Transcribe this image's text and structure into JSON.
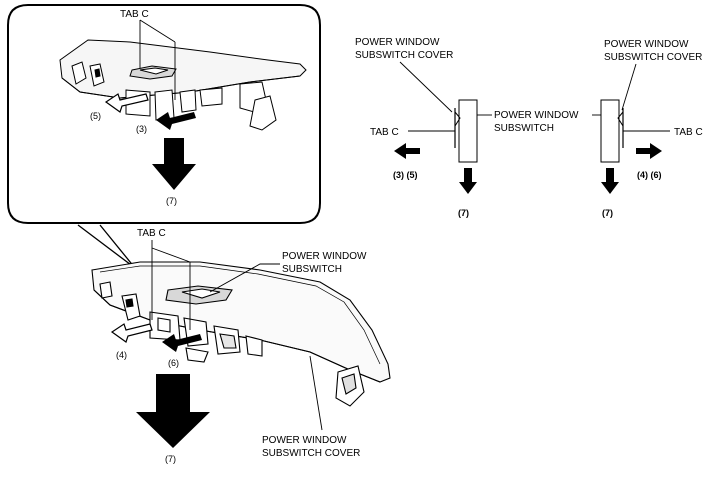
{
  "labels": {
    "tab_c": "TAB C",
    "power_window_line1": "POWER WINDOW",
    "subswitch": "SUBSWITCH",
    "subswitch_cover": "SUBSWITCH COVER"
  },
  "steps": {
    "s3": "(3)",
    "s4": "(4)",
    "s5": "(5)",
    "s6": "(6)",
    "s7": "(7)",
    "s3_s5": "(3) (5)",
    "s4_s6": "(4) (6)"
  }
}
